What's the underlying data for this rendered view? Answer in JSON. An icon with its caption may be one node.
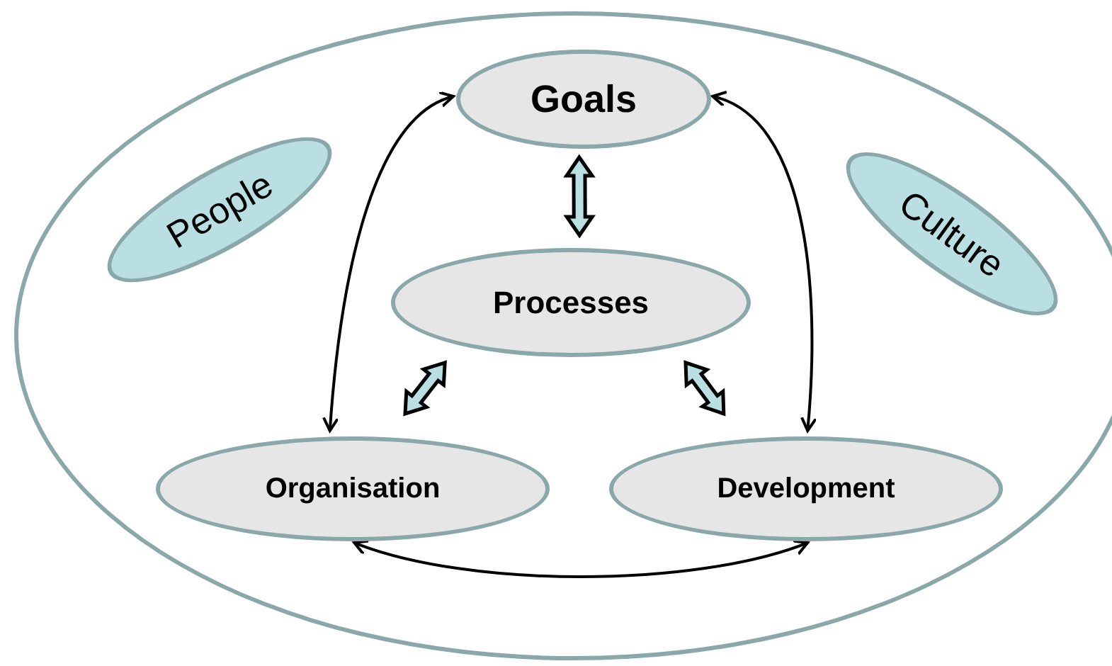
{
  "diagram": {
    "nodes": [
      {
        "text": [],
        "shape": "ellipse"
      },
      {
        "text": [
          "Goals"
        ],
        "in": 0
      },
      {
        "text": [
          "People"
        ],
        "in": 0
      },
      {
        "text": [
          "Culture"
        ],
        "in": 0
      },
      {
        "text": [
          "Processes"
        ],
        "in": 0
      },
      {
        "text": [
          "Organisation"
        ],
        "in": 0
      },
      {
        "text": [
          "Development"
        ],
        "in": 0
      }
    ],
    "edges": [
      {
        "from": 1,
        "to": 4,
        "arrow": "both",
        "style": "thick"
      },
      {
        "from": 4,
        "to": 5,
        "arrow": "both",
        "style": "thick"
      },
      {
        "from": 4,
        "to": 6,
        "arrow": "both",
        "style": "thick"
      },
      {
        "from": 1,
        "to": 5,
        "arrow": "both"
      },
      {
        "from": 1,
        "to": 6,
        "arrow": "both"
      },
      {
        "from": 5,
        "to": 6,
        "arrow": "both"
      }
    ]
  }
}
